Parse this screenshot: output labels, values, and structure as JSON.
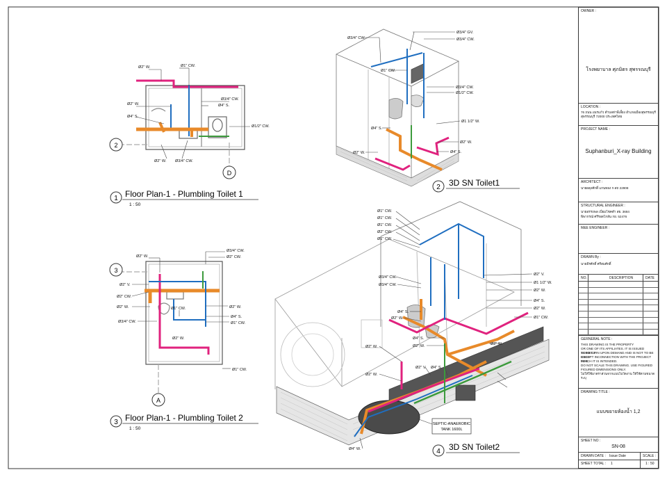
{
  "titles": {
    "plan1": "Floor Plan-1 - Plumbling Toilet 1",
    "plan1_num": "1",
    "plan1_scale": "1 : 50",
    "view2": "3D SN Toilet1",
    "view2_num": "2",
    "plan3": "Floor Plan-1 - Plumbling Toilet 2",
    "plan3_num": "3",
    "plan3_scale": "1 : 50",
    "view4": "3D SN Toilet2",
    "view4_num": "4"
  },
  "grid": {
    "p1_row": "2",
    "p1_col": "D",
    "p3_row": "3",
    "p3_col": "A"
  },
  "plan1_labels": [
    "Ø2\" W.",
    "Ø1\" CW.",
    "Ø3/4\" CW.",
    "Ø4\" S.",
    "Ø2\" W.",
    "Ø4\" S.",
    "Ø1/2\" CW.",
    "Ø2\" W.",
    "Ø3/4\" CW."
  ],
  "plan3_labels": [
    "Ø2\" W.",
    "Ø3/4\" CW.",
    "Ø2\" CW.",
    "Ø2\" V.",
    "Ø2\" CW.",
    "Ø2\" W.",
    "Ø1\" CW.",
    "Ø2\" W.",
    "Ø3/4\" CW.",
    "Ø4\" S.",
    "Ø1\" CW.",
    "Ø2\" W.",
    "Ø1\" CW."
  ],
  "view2_labels": [
    "Ø3/4\" CW.",
    "Ø3/4\" GV.",
    "Ø3/4\" CW.",
    "Ø1\" CW.",
    "Ø3/4\" CW.",
    "Ø1/2\" CW.",
    "Ø4\" S.",
    "Ø1 1/2\" W.",
    "Ø2\" W.",
    "Ø4\" S.",
    "Ø2\" W."
  ],
  "view4_labels": [
    "Ø1\" CW.",
    "Ø1\" CW.",
    "Ø1\" CW.",
    "Ø2\" CW.",
    "Ø1\" CW.",
    "Ø3/4\" CW.",
    "Ø3/4\" CW.",
    "Ø2\" V.",
    "Ø1 1/2\" W.",
    "Ø2\" W.",
    "Ø4\" S.",
    "Ø1\" CW.",
    "Ø4\" S.",
    "Ø2\" W.",
    "Ø4\" S.",
    "Ø2\" W.",
    "Ø2\" V.",
    "Ø4\" S.",
    "Ø2\" W.",
    "Ø4\" W.",
    "Ø2\" W.",
    "Ø2\" W."
  ],
  "tank_label": [
    "SEPTIC-ANAEROBIC",
    "TANK 1600L"
  ],
  "titleblock": {
    "owner_label": "OWNER :",
    "owner": "โรงพยาบาล ศุภมิตร สุพรรณบุรี",
    "location_label": "LOCATION :",
    "location_1": "76 ถนน เณรแก้ว ตำบลท่าพี่เลี้ยง อำเภอเมืองสุพรรณบุรี",
    "location_2": "สุพรรณบุรี 72000 ประเทศไทย",
    "project_label": "PROJECT NAME :",
    "project": "Suphanburi_X-ray Building",
    "architect_label": "ARCHITECT :",
    "architect": "นายผดุงศักดิ์ แกนทอง ก-สถ 22908",
    "structural_label": "STRUCTURAL ENGINEER :",
    "structural_1": "นายอรรถพล เปี่ยมโชคดำ สย. 3684",
    "structural_2": "พิพากรณ์ ศรีรอดไกลัน กย. 52476",
    "mne_label": "M&E ENGINEER :",
    "drawn_label": "DRAWN By :",
    "drawn": "นายธีรศักดิ์ ศรีสมศักดิ์",
    "rev_no": "NO.",
    "rev_desc": "DESCRIPTION",
    "rev_date": "DATE",
    "note_label": "GERNERAL NOTE :",
    "note_lines": [
      "THIS DRAWING IS THE PROPERTY",
      "OR ONE OF ITS AFFILIATES. IT IS ISSUED SUBJECT",
      "TO RETURN UPON DEMAND AND IS NOT TO BE USED",
      "EXCEPT INCONNECTION WITH THE PROJECT FOR",
      "WHICH IT IS INTENDED.",
      "DO NOT SCALE THIS DRAWING. USE FIGURED",
      "FIGURED DIMENSIONS ONLY.",
      "ไม่ให้ใช้มาตราส่วนจากแบบไปวัดงาน ให้ใช้ตามขนาดระบุ"
    ],
    "drawing_title_label": "DRAWING TITLE :",
    "drawing_title": "แบบขยายห้องน้ำ 1,2",
    "sheet_no_label": "SHEET NO :",
    "sheet_no": "SN-08",
    "drawn_date_label": "DRAWN DATE :",
    "drawn_date": "Issue Date",
    "scale_label": "SCALE :",
    "sheet_total_label": "SHEET TOTAL :",
    "sheet_total": "1",
    "scale": "1 : 50"
  },
  "colors": {
    "hot_water": "#e0227e",
    "sewer": "#e88a2a",
    "cold_water": "#1f6ec0",
    "vent": "#3c9a3c",
    "line": "#333333"
  }
}
